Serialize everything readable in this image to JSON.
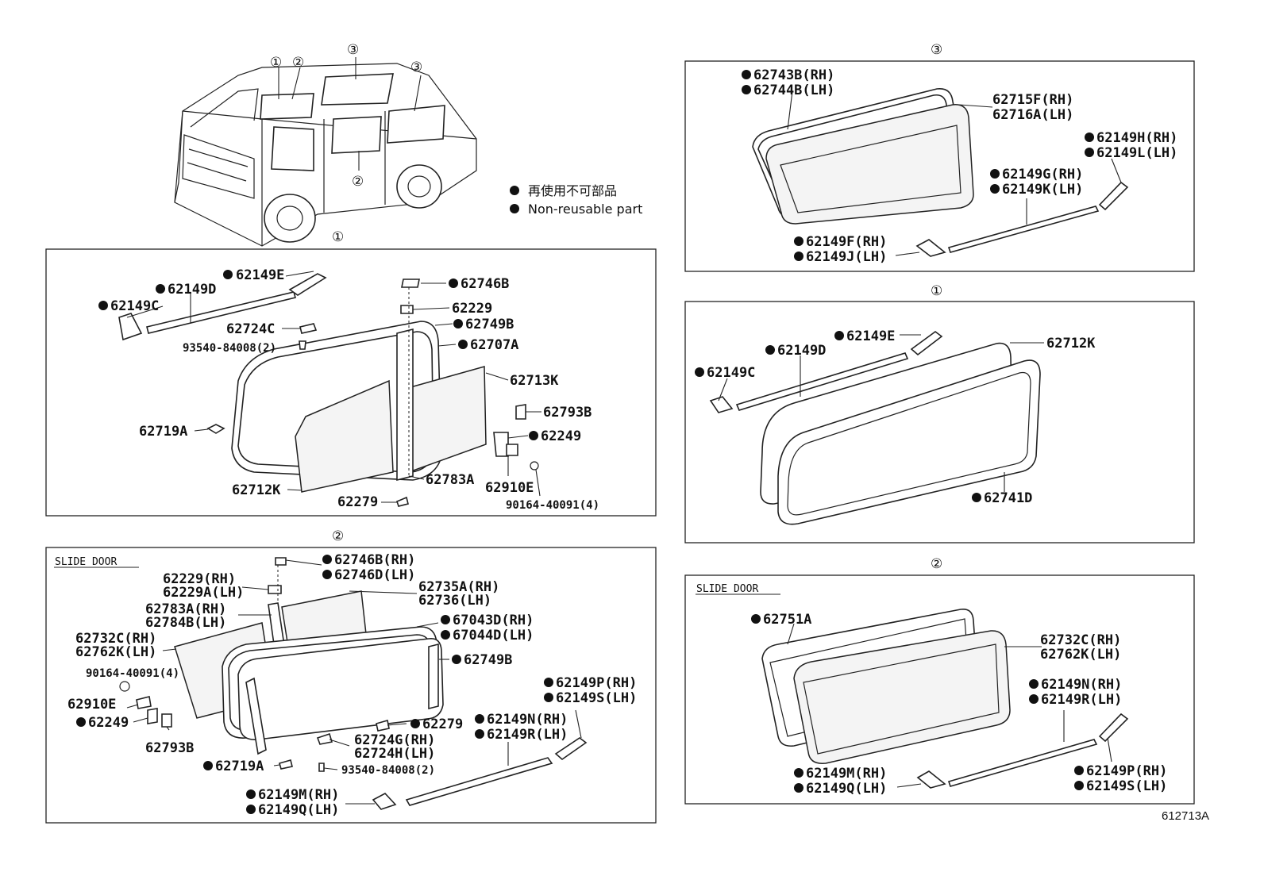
{
  "legend": {
    "japanese": "再使用不可部品",
    "english": "Non-reusable part"
  },
  "overview": {
    "callout_12a": "①",
    "callout_12b": "②",
    "callout_3a": "③",
    "callout_3b": "③",
    "callout_2": "②"
  },
  "panels": {
    "top_left": {
      "title": "①",
      "labels": {
        "p62149E": "62149E",
        "p62149D": "62149D",
        "p62149C": "62149C",
        "p62724C": "62724C",
        "p93540": "93540-84008(2)",
        "p62746B": "62746B",
        "p62229": "62229",
        "p62749B": "62749B",
        "p62707A": "62707A",
        "p62713K": "62713K",
        "p62719A": "62719A",
        "p62793B": "62793B",
        "p62249": "62249",
        "p62783A": "62783A",
        "p62712K": "62712K",
        "p62910E": "62910E",
        "p62279": "62279",
        "p90164": "90164-40091(4)"
      }
    },
    "bottom_left": {
      "title": "②",
      "slide_door": "SLIDE DOOR",
      "labels": {
        "p62746B": "62746B(RH)",
        "p62746D": "62746D(LH)",
        "p62229": "62229(RH)",
        "p62229A": "62229A(LH)",
        "p62735A": "62735A(RH)",
        "p62736": "62736(LH)",
        "p62783A": "62783A(RH)",
        "p62784B": "62784B(LH)",
        "p67043D": "67043D(RH)",
        "p67044D": "67044D(LH)",
        "p62732C": "62732C(RH)",
        "p62762K": "62762K(LH)",
        "p62749B": "62749B",
        "p90164": "90164-40091(4)",
        "p62149P": "62149P(RH)",
        "p62149S": "62149S(LH)",
        "p62910E": "62910E",
        "p62249": "62249",
        "p62279": "62279",
        "p62149N": "62149N(RH)",
        "p62149R": "62149R(LH)",
        "p62724G": "62724G(RH)",
        "p62724H": "62724H(LH)",
        "p62793B": "62793B",
        "p62719A": "62719A",
        "p93540": "93540-84008(2)",
        "p62149M": "62149M(RH)",
        "p62149Q": "62149Q(LH)"
      }
    },
    "top_right": {
      "title": "③",
      "labels": {
        "p62743B": "62743B(RH)",
        "p62744B": "62744B(LH)",
        "p62715F": "62715F(RH)",
        "p62716A": "62716A(LH)",
        "p62149H": "62149H(RH)",
        "p62149L": "62149L(LH)",
        "p62149G": "62149G(RH)",
        "p62149K": "62149K(LH)",
        "p62149F": "62149F(RH)",
        "p62149J": "62149J(LH)"
      }
    },
    "middle_right": {
      "title": "①",
      "labels": {
        "p62149E": "62149E",
        "p62149D": "62149D",
        "p62149C": "62149C",
        "p62712K": "62712K",
        "p62741D": "62741D"
      }
    },
    "bottom_right": {
      "title": "②",
      "slide_door": "SLIDE DOOR",
      "labels": {
        "p62751A": "62751A",
        "p62732C": "62732C(RH)",
        "p62762K": "62762K(LH)",
        "p62149N": "62149N(RH)",
        "p62149R": "62149R(LH)",
        "p62149M": "62149M(RH)",
        "p62149Q": "62149Q(LH)",
        "p62149P": "62149P(RH)",
        "p62149S": "62149S(LH)"
      }
    }
  },
  "footer": {
    "code": "612713A"
  }
}
